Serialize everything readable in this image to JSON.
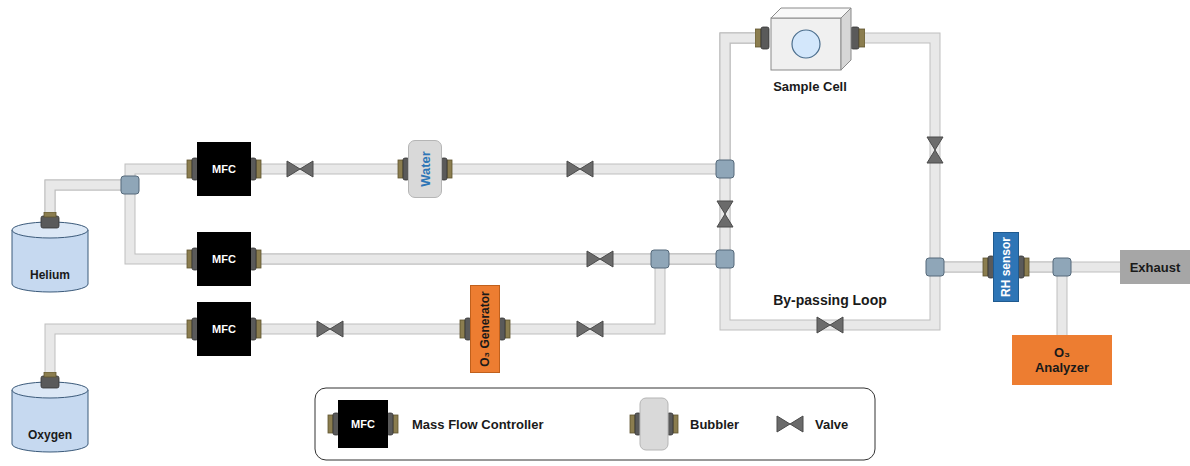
{
  "diagram": {
    "nodes": [
      {
        "text": [
          "Sample Cell"
        ]
      },
      {
        "text": [
          "MFC"
        ]
      },
      {
        "text": [
          "Water"
        ]
      },
      {
        "text": [
          "Helium"
        ]
      },
      {
        "text": [
          "MFC"
        ]
      },
      {
        "text": [
          "RH sensor"
        ]
      },
      {
        "text": [
          "Exhaust"
        ]
      },
      {
        "text": [
          "O₃ Generator"
        ]
      },
      {
        "text": [
          "MFC"
        ]
      },
      {
        "text": [
          "O₃ Analyzer"
        ]
      },
      {
        "text": [
          "Oxygen"
        ]
      }
    ],
    "edges": [
      {
        "from": 3,
        "to": 1,
        "arrow": "none"
      },
      {
        "from": 3,
        "to": 4,
        "arrow": "none"
      },
      {
        "from": 10,
        "to": 8,
        "arrow": "none"
      },
      {
        "from": 1,
        "to": 2,
        "arrow": "none"
      },
      {
        "from": 8,
        "to": 7,
        "arrow": "none"
      },
      {
        "from": 2,
        "to": 0,
        "arrow": "none"
      },
      {
        "from": 4,
        "to": 0,
        "arrow": "none"
      },
      {
        "from": 7,
        "to": 0,
        "arrow": "none"
      },
      {
        "from": 0,
        "to": 5,
        "arrow": "none"
      },
      {
        "from": 5,
        "to": 6,
        "arrow": "none"
      },
      {
        "from": 5,
        "to": 9,
        "arrow": "none"
      },
      {
        "from": 4,
        "to": 5,
        "label": "By-passing Loop",
        "arrow": "none"
      }
    ],
    "labels": [
      "MFC"
    ],
    "legend": [
      {
        "text": "Mass Flow Controller"
      },
      {
        "text": "Bubbler"
      },
      {
        "text": "Valve"
      }
    ]
  }
}
